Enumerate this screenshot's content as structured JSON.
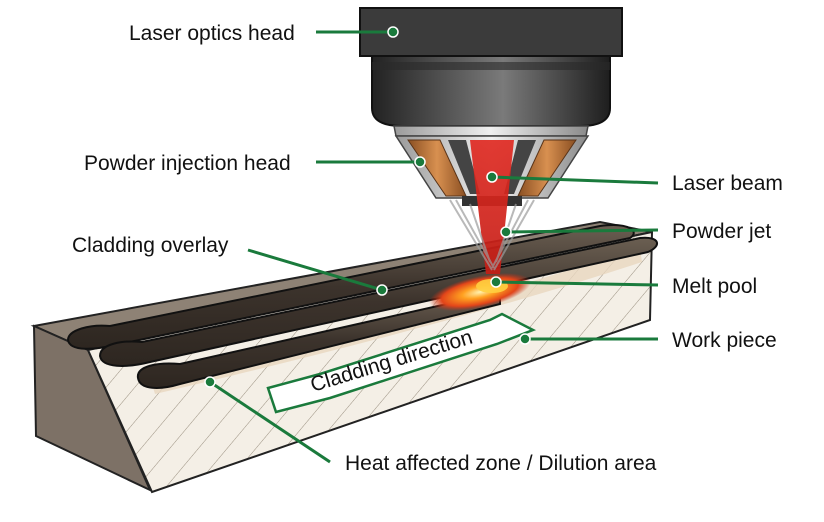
{
  "labels": {
    "laser_optics_head": "Laser optics head",
    "powder_injection_head": "Powder injection head",
    "cladding_overlay": "Cladding overlay",
    "laser_beam": "Laser beam",
    "powder_jet": "Powder jet",
    "melt_pool": "Melt pool",
    "work_piece": "Work piece",
    "heat_affected_zone": "Heat affected zone / Dilution area",
    "cladding_direction": "Cladding direction"
  },
  "colors": {
    "leader_line": "#1a7a3c",
    "leader_dot": "#1a7a3c",
    "optics_head": "#3a3a3a",
    "laser_beam": "#d7261e",
    "melt_pool": "#ff7a1a",
    "workpiece_side": "#f3eee6",
    "workpiece_top": "#8c8073",
    "cladding": "#4a3f36",
    "copper_nozzle": "#b8733a"
  }
}
